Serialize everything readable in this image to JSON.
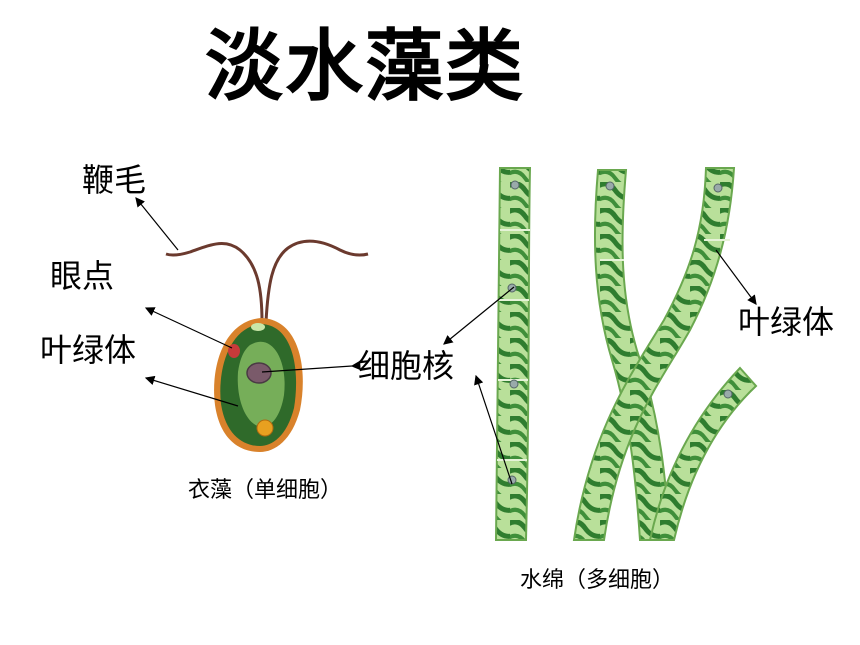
{
  "title": "淡水藻类",
  "chlamydomonas": {
    "labels": {
      "flagellum": "鞭毛",
      "eyespot": "眼点",
      "chloroplast": "叶绿体",
      "nucleus": "细胞核"
    },
    "caption": "衣藻（单细胞）"
  },
  "spirogyra": {
    "labels": {
      "chloroplast": "叶绿体"
    },
    "caption": "水绵（多细胞）"
  },
  "colors": {
    "cell_green": "#2f6a2a",
    "cell_light": "#8fc66a",
    "wall_orange": "#d9822b",
    "flagellum": "#6b3a2e",
    "eyespot": "#c83a3a",
    "filament": "#a9d58a",
    "spiral": "#2f7d2f"
  }
}
